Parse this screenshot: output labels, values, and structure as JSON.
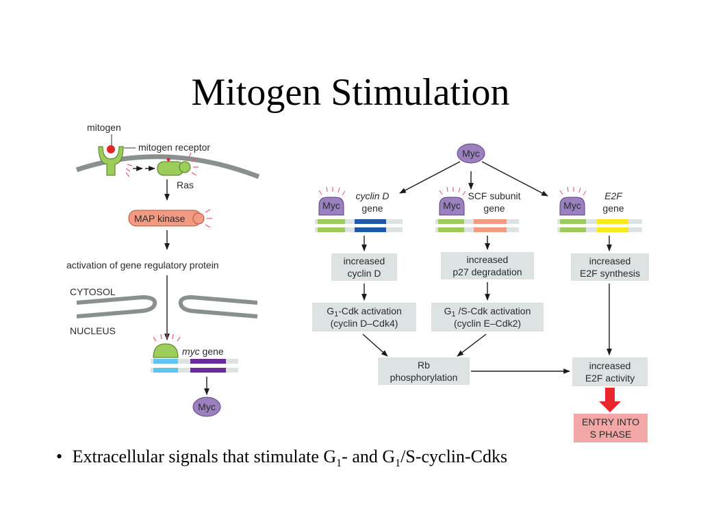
{
  "slide": {
    "title": "Mitogen Stimulation"
  },
  "pathway": {
    "mitogen": "mitogen",
    "receptor": "mitogen receptor",
    "ras": "Ras",
    "map_kinase": "MAP kinase",
    "activation": "activation of gene regulatory protein",
    "cytosol": "CYTOSOL",
    "nucleus": "NUCLEUS",
    "myc_gene_italic": "myc",
    "myc_gene_suffix": " gene",
    "myc_protein": "Myc"
  },
  "targets": {
    "myc_top": "Myc",
    "cyclin_d": {
      "myc": "Myc",
      "gene_line1": "cyclin D",
      "gene_line2": "gene",
      "effect_line1": "increased",
      "effect_line2": "cyclin D",
      "cdk_line1_pre": "G",
      "cdk_line1_sub": "1",
      "cdk_line1_post": "-Cdk activation",
      "cdk_line2": "(cyclin D–Cdk4)"
    },
    "scf": {
      "myc": "Myc",
      "gene_line1": "SCF subunit",
      "gene_line2": "gene",
      "effect_line1": "increased",
      "effect_line2": "p27 degradation",
      "cdk_line1_pre": "G",
      "cdk_line1_sub": "1",
      "cdk_line1_post": " /S-Cdk activation",
      "cdk_line2": "(cyclin E–Cdk2)"
    },
    "e2f": {
      "myc": "Myc",
      "gene_line1": "E2F",
      "gene_line2": "gene",
      "effect_line1": "increased",
      "effect_line2": "E2F synthesis"
    },
    "rb_line1": "Rb",
    "rb_line2": "phosphorylation",
    "e2f_activity_line1": "increased",
    "e2f_activity_line2": "E2F activity",
    "entry_line1": "ENTRY INTO",
    "entry_line2": "S PHASE"
  },
  "bullet": {
    "marker": "•",
    "part1": "Extracellular signals that stimulate G",
    "sub1": "1",
    "part2": "- and G",
    "sub2": "1",
    "part3": "/S-cyclin-Cdks"
  },
  "colors": {
    "green": "#9ccc5a",
    "blue": "#1f5aa8",
    "salmon": "#f29a82",
    "yellow": "#f6ea1e",
    "purple": "#9b80c0",
    "cyan": "#5cc8ee",
    "violet": "#6a2c96",
    "entry_box": "#f4a7a7",
    "red_arrow": "#e8262b"
  }
}
